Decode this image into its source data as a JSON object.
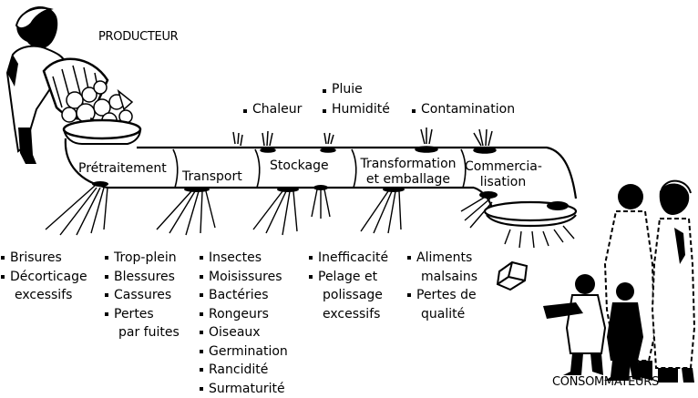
{
  "labels": {
    "producer": "PRODUCTEUR",
    "consumers": "CONSOMMATEURS"
  },
  "top_factors": [
    {
      "text": "Chaleur"
    },
    {
      "text": "Pluie"
    },
    {
      "text": "Humidité"
    },
    {
      "text": "Contamination"
    }
  ],
  "stages": [
    {
      "lines": [
        "Prétraitement"
      ]
    },
    {
      "lines": [
        "Transport"
      ]
    },
    {
      "lines": [
        "Stockage"
      ]
    },
    {
      "lines": [
        "Transformation",
        "et emballage"
      ]
    },
    {
      "lines": [
        "Commercia-",
        "lisation"
      ]
    }
  ],
  "losses": [
    {
      "items": [
        {
          "text": "Brisures",
          "bullet": true
        },
        {
          "text": "Décorticage",
          "bullet": true
        },
        {
          "text": "excessifs",
          "bullet": false
        }
      ]
    },
    {
      "items": [
        {
          "text": "Trop-plein",
          "bullet": true
        },
        {
          "text": "Blessures",
          "bullet": true
        },
        {
          "text": "Cassures",
          "bullet": true
        },
        {
          "text": "Pertes",
          "bullet": true
        },
        {
          "text": "par fuites",
          "bullet": false
        }
      ]
    },
    {
      "items": [
        {
          "text": "Insectes",
          "bullet": true
        },
        {
          "text": "Moisissures",
          "bullet": true
        },
        {
          "text": "Bactéries",
          "bullet": true
        },
        {
          "text": "Rongeurs",
          "bullet": true
        },
        {
          "text": "Oiseaux",
          "bullet": true
        },
        {
          "text": "Germination",
          "bullet": true
        },
        {
          "text": "Rancidité",
          "bullet": true
        },
        {
          "text": "Surmaturité",
          "bullet": true
        }
      ]
    },
    {
      "items": [
        {
          "text": "Inefficacité",
          "bullet": true
        },
        {
          "text": "Pelage et",
          "bullet": true
        },
        {
          "text": "polissage",
          "bullet": false
        },
        {
          "text": "excessifs",
          "bullet": false
        }
      ]
    },
    {
      "items": [
        {
          "text": "Aliments",
          "bullet": true
        },
        {
          "text": "malsains",
          "bullet": false
        },
        {
          "text": "Pertes de",
          "bullet": true
        },
        {
          "text": "qualité",
          "bullet": false
        }
      ]
    }
  ]
}
